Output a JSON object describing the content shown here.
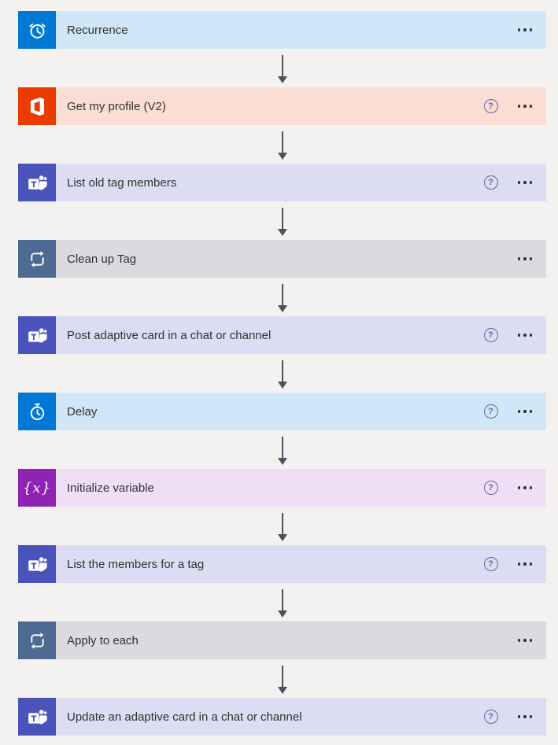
{
  "canvas": {
    "background": "#f3f2f1",
    "connector_color": "#47535e"
  },
  "icons": {
    "help": "?",
    "variable_glyph": "{x}"
  },
  "steps": [
    {
      "title": "Recurrence",
      "icon": "recurrence-clock-icon",
      "tile": "#0078d4",
      "bg": "#d0e7f8",
      "help": false
    },
    {
      "title": "Get my profile (V2)",
      "icon": "office-icon",
      "tile": "#eb3c00",
      "bg": "#fbddd3",
      "help": true
    },
    {
      "title": "List old tag members",
      "icon": "teams-icon",
      "tile": "#4a53bc",
      "bg": "#dcddf2",
      "help": true
    },
    {
      "title": "Clean up Tag",
      "icon": "loop-icon",
      "tile": "#4f6a92",
      "bg": "#d9dbde",
      "help": false
    },
    {
      "title": "Post adaptive card in a chat or channel",
      "icon": "teams-icon",
      "tile": "#4a53bc",
      "bg": "#dcddf2",
      "help": true
    },
    {
      "title": "Delay",
      "icon": "stopwatch-icon",
      "tile": "#0078d4",
      "bg": "#d0e7f8",
      "help": true
    },
    {
      "title": "Initialize variable",
      "icon": "variable-icon",
      "tile": "#8f23b3",
      "bg": "#efdff6",
      "help": true
    },
    {
      "title": "List the members for a tag",
      "icon": "teams-icon",
      "tile": "#4a53bc",
      "bg": "#dcddf2",
      "help": true
    },
    {
      "title": "Apply to each",
      "icon": "loop-icon",
      "tile": "#4f6a92",
      "bg": "#d9dbde",
      "help": false
    },
    {
      "title": "Update an adaptive card in a chat or channel",
      "icon": "teams-icon",
      "tile": "#4a53bc",
      "bg": "#dcddf2",
      "help": true
    }
  ]
}
